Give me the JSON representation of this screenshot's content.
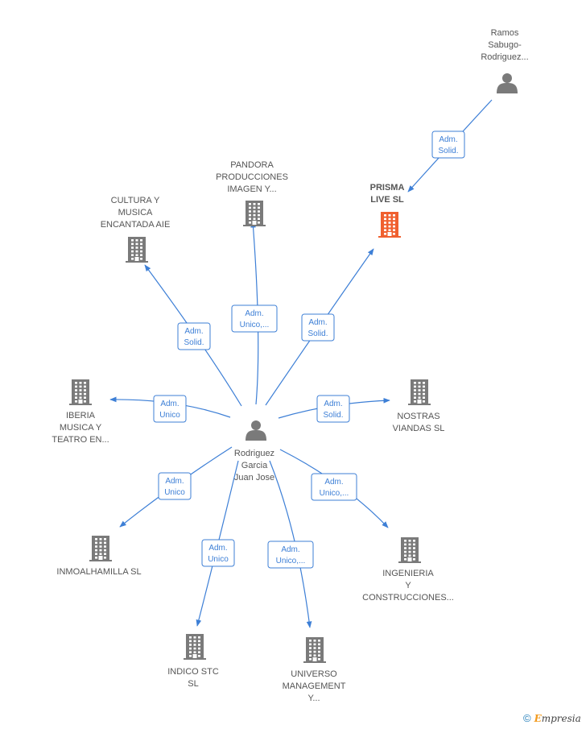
{
  "colors": {
    "edge": "#3d7fd6",
    "node": "#7a7a7a",
    "highlight": "#f0602f",
    "label": "#555555"
  },
  "nodes": [
    {
      "id": "center",
      "kind": "person",
      "label": [
        "Rodriguez",
        "Garcia",
        "Juan Jose"
      ],
      "icon": "person-icon"
    },
    {
      "id": "ramos",
      "kind": "person",
      "label": [
        "Ramos",
        "Sabugo-",
        "Rodriguez..."
      ],
      "icon": "person-icon"
    },
    {
      "id": "prisma",
      "kind": "company",
      "highlight": true,
      "label": [
        "PRISMA",
        "LIVE  SL"
      ],
      "icon": "building-icon"
    },
    {
      "id": "pandora",
      "kind": "company",
      "label": [
        "PANDORA",
        "PRODUCCIONES",
        "IMAGEN Y..."
      ],
      "icon": "building-icon"
    },
    {
      "id": "cultura",
      "kind": "company",
      "label": [
        "CULTURA Y",
        "MUSICA",
        "ENCANTADA AIE"
      ],
      "icon": "building-icon"
    },
    {
      "id": "iberia",
      "kind": "company",
      "label": [
        "IBERIA",
        "MUSICA Y",
        "TEATRO EN..."
      ],
      "icon": "building-icon"
    },
    {
      "id": "nostras",
      "kind": "company",
      "label": [
        "NOSTRAS",
        "VIANDAS  SL"
      ],
      "icon": "building-icon"
    },
    {
      "id": "inmo",
      "kind": "company",
      "label": [
        "INMOALHAMILLA SL"
      ],
      "icon": "building-icon"
    },
    {
      "id": "ingenieria",
      "kind": "company",
      "label": [
        "INGENIERIA",
        "Y",
        "CONSTRUCCIONES..."
      ],
      "icon": "building-icon"
    },
    {
      "id": "indico",
      "kind": "company",
      "label": [
        "INDICO STC",
        "SL"
      ],
      "icon": "building-icon"
    },
    {
      "id": "universo",
      "kind": "company",
      "label": [
        "UNIVERSO",
        "MANAGEMENT",
        "Y..."
      ],
      "icon": "building-icon"
    }
  ],
  "edges": [
    {
      "from": "ramos",
      "to": "prisma",
      "label": [
        "Adm.",
        "Solid."
      ]
    },
    {
      "from": "center",
      "to": "prisma",
      "label": [
        "Adm.",
        "Solid."
      ]
    },
    {
      "from": "center",
      "to": "pandora",
      "label": [
        "Adm.",
        "Unico,..."
      ]
    },
    {
      "from": "center",
      "to": "cultura",
      "label": [
        "Adm.",
        "Solid."
      ]
    },
    {
      "from": "center",
      "to": "iberia",
      "label": [
        "Adm.",
        "Unico"
      ]
    },
    {
      "from": "center",
      "to": "nostras",
      "label": [
        "Adm.",
        "Solid."
      ]
    },
    {
      "from": "center",
      "to": "inmo",
      "label": [
        "Adm.",
        "Unico"
      ]
    },
    {
      "from": "center",
      "to": "ingenieria",
      "label": [
        "Adm.",
        "Unico,..."
      ]
    },
    {
      "from": "center",
      "to": "indico",
      "label": [
        "Adm.",
        "Unico"
      ]
    },
    {
      "from": "center",
      "to": "universo",
      "label": [
        "Adm.",
        "Unico,..."
      ]
    }
  ],
  "brand": {
    "copyright": "©",
    "initial": "E",
    "rest": "mpresia"
  }
}
